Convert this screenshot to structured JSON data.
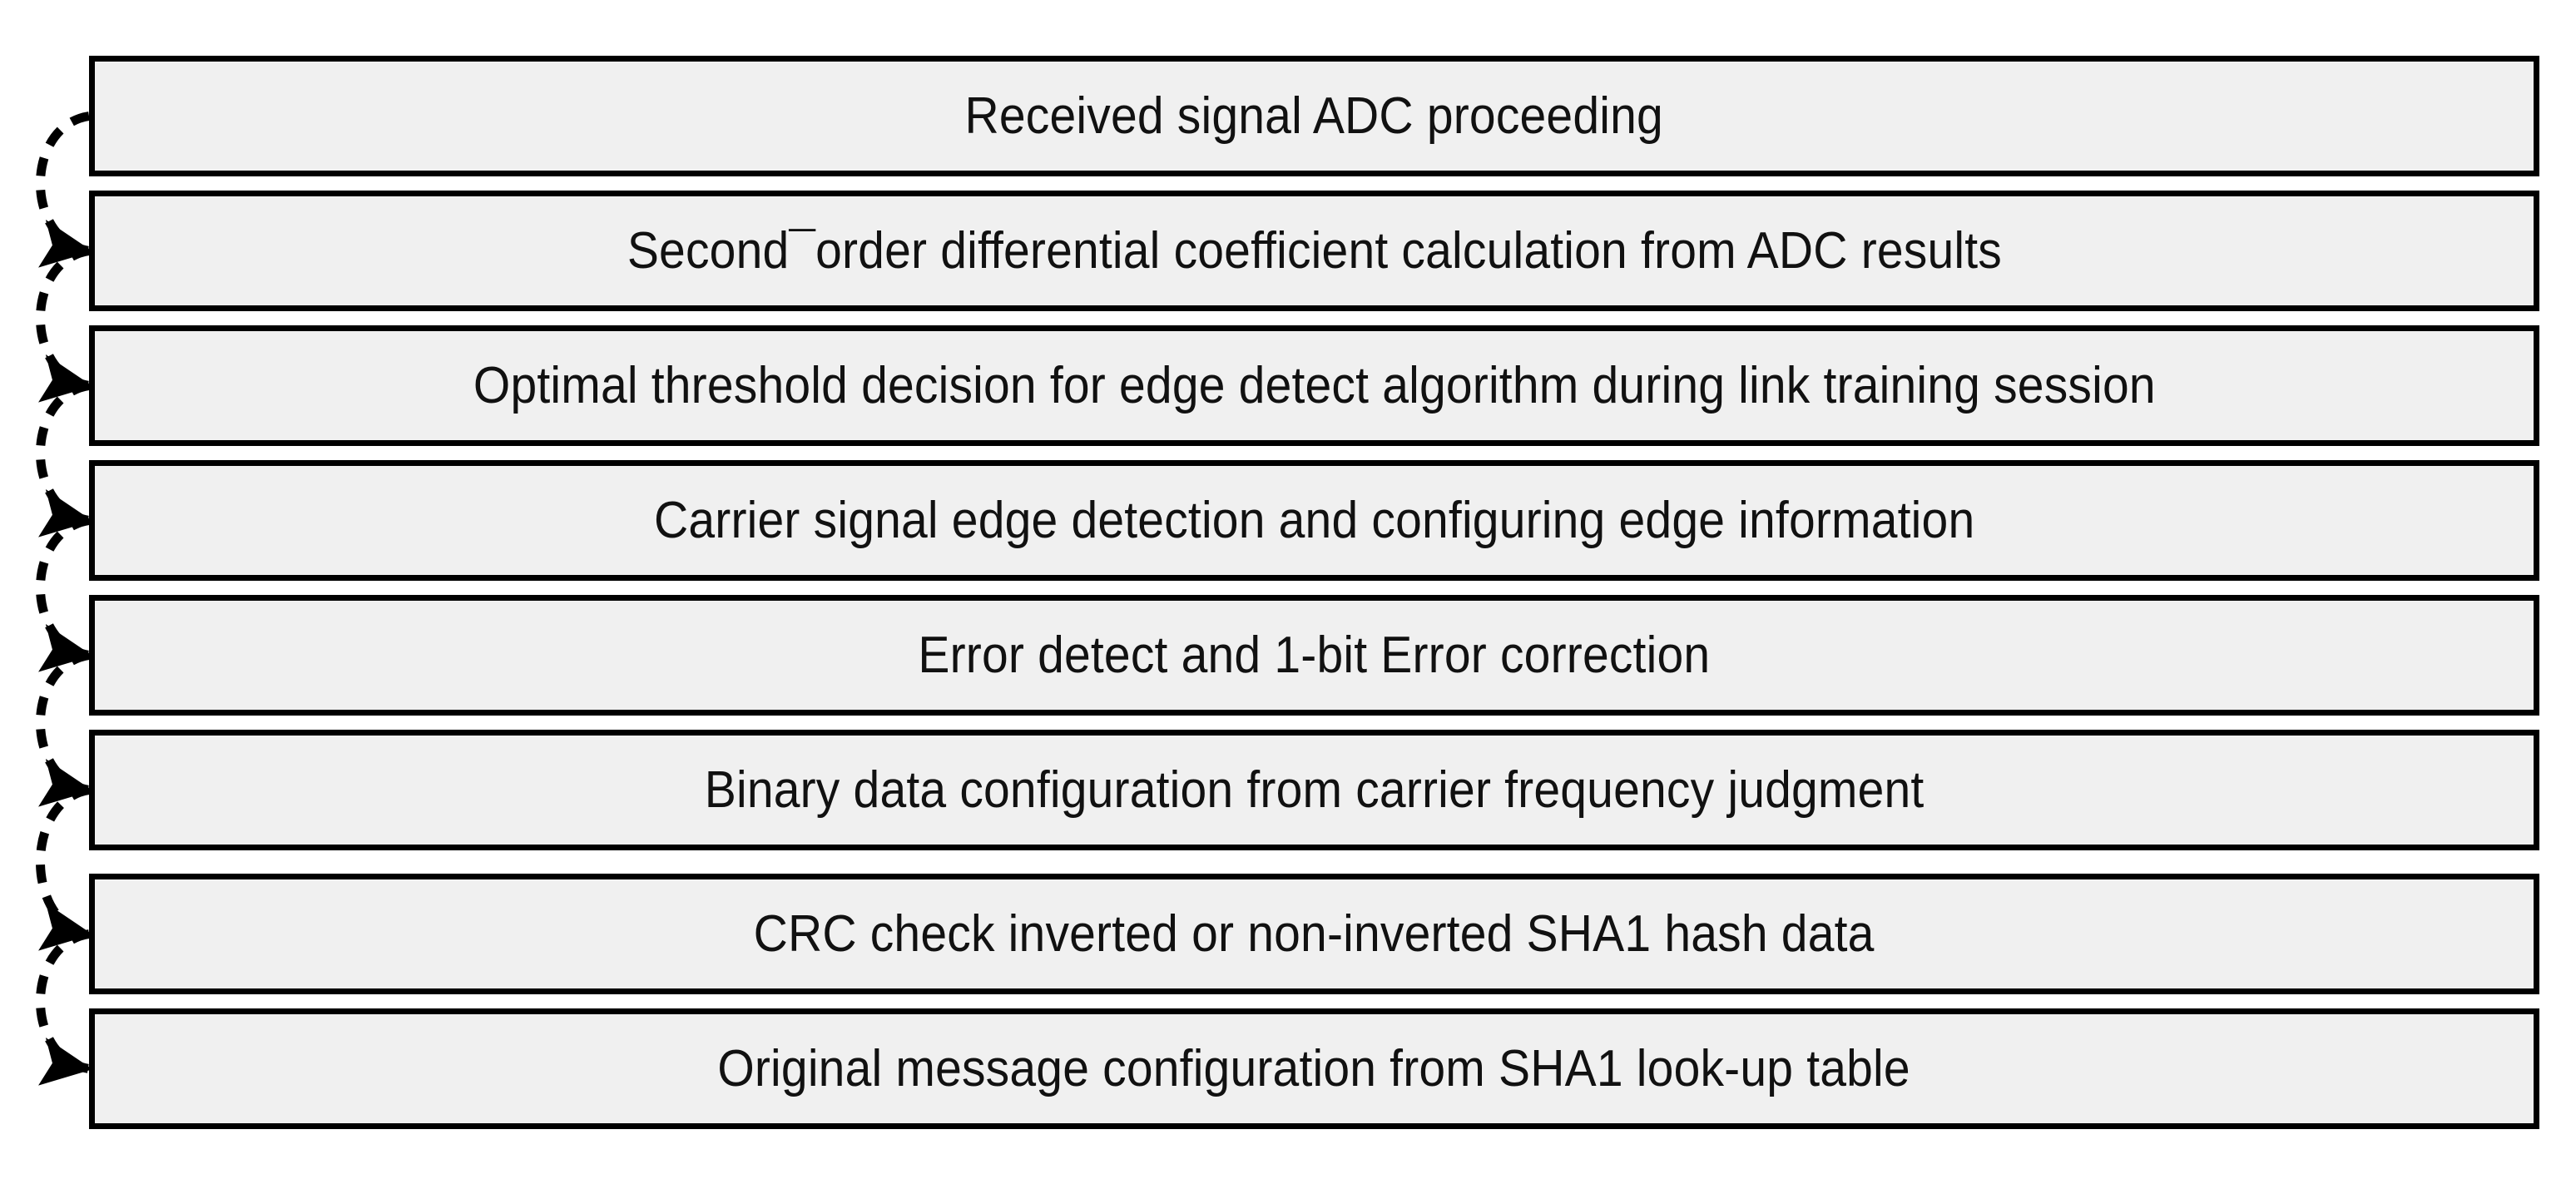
{
  "diagram": {
    "type": "flowchart-vertical-sequence",
    "title": "",
    "colors": {
      "box_fill": "#f0f0f0",
      "box_border": "#000000",
      "text": "#111111",
      "arrow": "#000000",
      "background": "#ffffff"
    },
    "arrow_style": {
      "line": "dashed",
      "head": "filled-triangle",
      "shape": "curved-left-loop",
      "count": 7
    },
    "steps": [
      {
        "index": 1,
        "label": "Received signal ADC proceeding"
      },
      {
        "index": 2,
        "label": "Second¯order differential coefficient calculation from ADC results"
      },
      {
        "index": 3,
        "label": "Optimal threshold decision for edge detect algorithm during link training session"
      },
      {
        "index": 4,
        "label": "Carrier signal edge detection and configuring edge information"
      },
      {
        "index": 5,
        "label": "Error detect and 1-bit Error correction"
      },
      {
        "index": 6,
        "label": "Binary data configuration from carrier frequency judgment"
      },
      {
        "index": 7,
        "label": "CRC check inverted or non-inverted SHA1 hash data"
      },
      {
        "index": 8,
        "label": "Original message configuration from SHA1 look-up table"
      }
    ],
    "connectors": [
      {
        "from": 1,
        "to": 2
      },
      {
        "from": 2,
        "to": 3
      },
      {
        "from": 3,
        "to": 4
      },
      {
        "from": 4,
        "to": 5
      },
      {
        "from": 5,
        "to": 6
      },
      {
        "from": 6,
        "to": 7
      },
      {
        "from": 7,
        "to": 8
      }
    ]
  }
}
